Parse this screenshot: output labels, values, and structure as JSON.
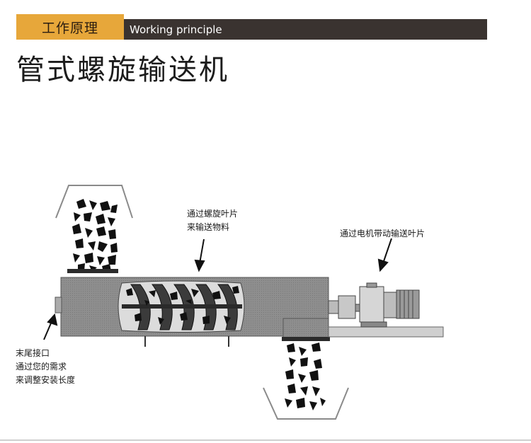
{
  "header": {
    "tab_label": "工作原理",
    "subtitle": "Working principle"
  },
  "title": "管式螺旋输送机",
  "annotations": {
    "blades": [
      "通过螺旋叶片",
      "来输送物料"
    ],
    "motor": [
      "通过电机带动输送叶片"
    ],
    "tail": [
      "末尾接口",
      "通过您的需求",
      "来调整安装长度"
    ]
  },
  "colors": {
    "accent": "#e7a73a",
    "header_dark": "#3a3330",
    "body_gray": "#8c8c8c",
    "material": "#111111"
  }
}
